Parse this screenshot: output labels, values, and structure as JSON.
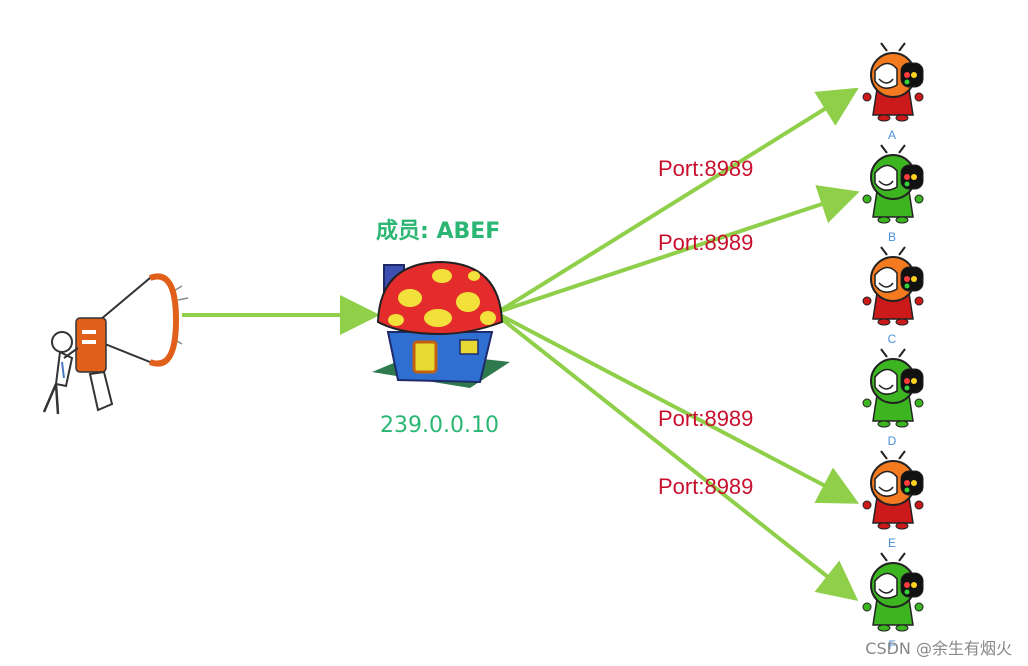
{
  "group": {
    "members_label": "成员: ABEF",
    "address": "239.0.0.10"
  },
  "ports": [
    {
      "label": "Port:8989",
      "target": "A"
    },
    {
      "label": "Port:8989",
      "target": "B"
    },
    {
      "label": "Port:8989",
      "target": "E"
    },
    {
      "label": "Port:8989",
      "target": "F"
    }
  ],
  "receivers": [
    {
      "letter": "A",
      "color": "red"
    },
    {
      "letter": "B",
      "color": "green"
    },
    {
      "letter": "C",
      "color": "red"
    },
    {
      "letter": "D",
      "color": "green"
    },
    {
      "letter": "E",
      "color": "red"
    },
    {
      "letter": "F",
      "color": "green"
    }
  ],
  "colors": {
    "arrow": "#8fcf4a",
    "members_text": "#2bb673",
    "port_text": "#c8102e",
    "letter_text": "#4a90d9",
    "robot_red": "#cc1a1a",
    "robot_green": "#3cb521",
    "robot_orange": "#f47a1f",
    "megaphone": "#e0601b"
  },
  "icons": {
    "sender": "megaphone-person-icon",
    "group": "mushroom-house-icon",
    "receiver": "robot-icon"
  },
  "watermark": "CSDN @余生有烟火"
}
